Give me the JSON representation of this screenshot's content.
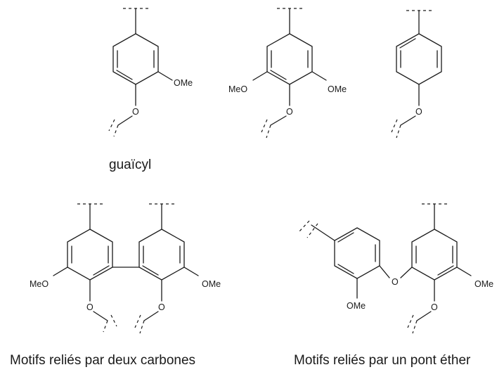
{
  "diagram": {
    "atom_labels": {
      "ome": "OMe",
      "meo": "MeO",
      "o": "O"
    },
    "captions": {
      "guaiacyl": "guaïcyl",
      "bottom_left": "Motifs reliés par deux carbones",
      "bottom_right": "Motifs reliés par un pont éther"
    }
  }
}
